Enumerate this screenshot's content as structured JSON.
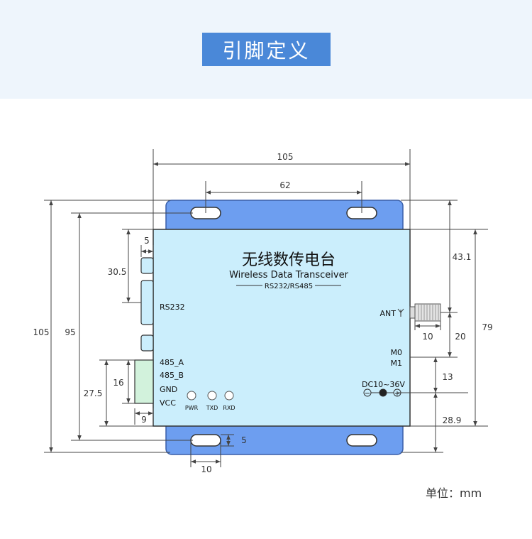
{
  "header": {
    "title": "引脚定义"
  },
  "device": {
    "name_cn": "无线数传电台",
    "name_en": "Wireless Data Transceiver",
    "interface": "RS232/RS485",
    "colors": {
      "body": "#cbeefc",
      "flange": "#6d9ef0",
      "outline": "#333333",
      "terminal": "#d2f2dc"
    }
  },
  "labels": {
    "rs232": "RS232",
    "a485": "485_A",
    "b485": "485_B",
    "gnd": "GND",
    "vcc": "VCC",
    "pwr": "PWR",
    "txd": "TXD",
    "rxd": "RXD",
    "ant": "ANT",
    "m0": "M0",
    "m1": "M1",
    "dc": "DC10~36V",
    "minus": "−",
    "plus": "+"
  },
  "dimensions": {
    "total_width": "105",
    "hole_pitch": "62",
    "total_height": "105",
    "body_height": "95",
    "terminal_height": "27.5",
    "terminal_span": "16",
    "terminal_width": "9",
    "connector_offset": "5",
    "connector_height": "30.5",
    "ant_top": "43.1",
    "ant_length": "10",
    "ant_to_m": "20",
    "right_total": "79",
    "dc_offset": "13",
    "dc_bottom": "28.9",
    "slot_height": "5",
    "slot_width": "10"
  },
  "unit_label": "单位：mm"
}
